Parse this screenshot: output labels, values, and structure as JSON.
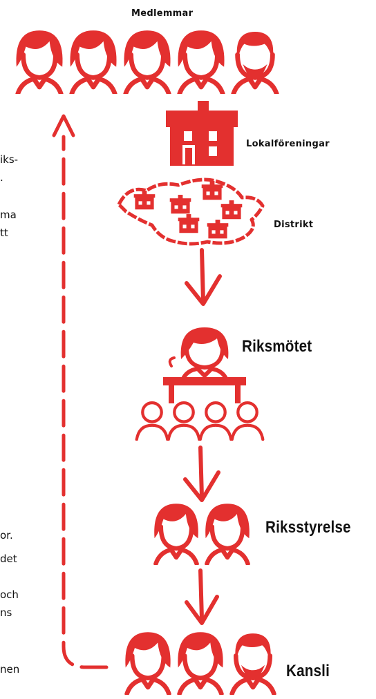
{
  "labels": {
    "members": "Medlemmar",
    "local_associations": "Lokalföreningar",
    "districts": "Distrikt",
    "national_meeting": "Riksmötet",
    "national_board": "Riksstyrelse",
    "office": "Kansli"
  },
  "left_text_fragments": [
    "iks-",
    ".",
    "ma",
    "tt",
    "or.",
    "det",
    "och",
    "ns",
    "nen"
  ],
  "colors": {
    "accent": "#e3302f",
    "text": "#111111",
    "background": "#ffffff"
  }
}
